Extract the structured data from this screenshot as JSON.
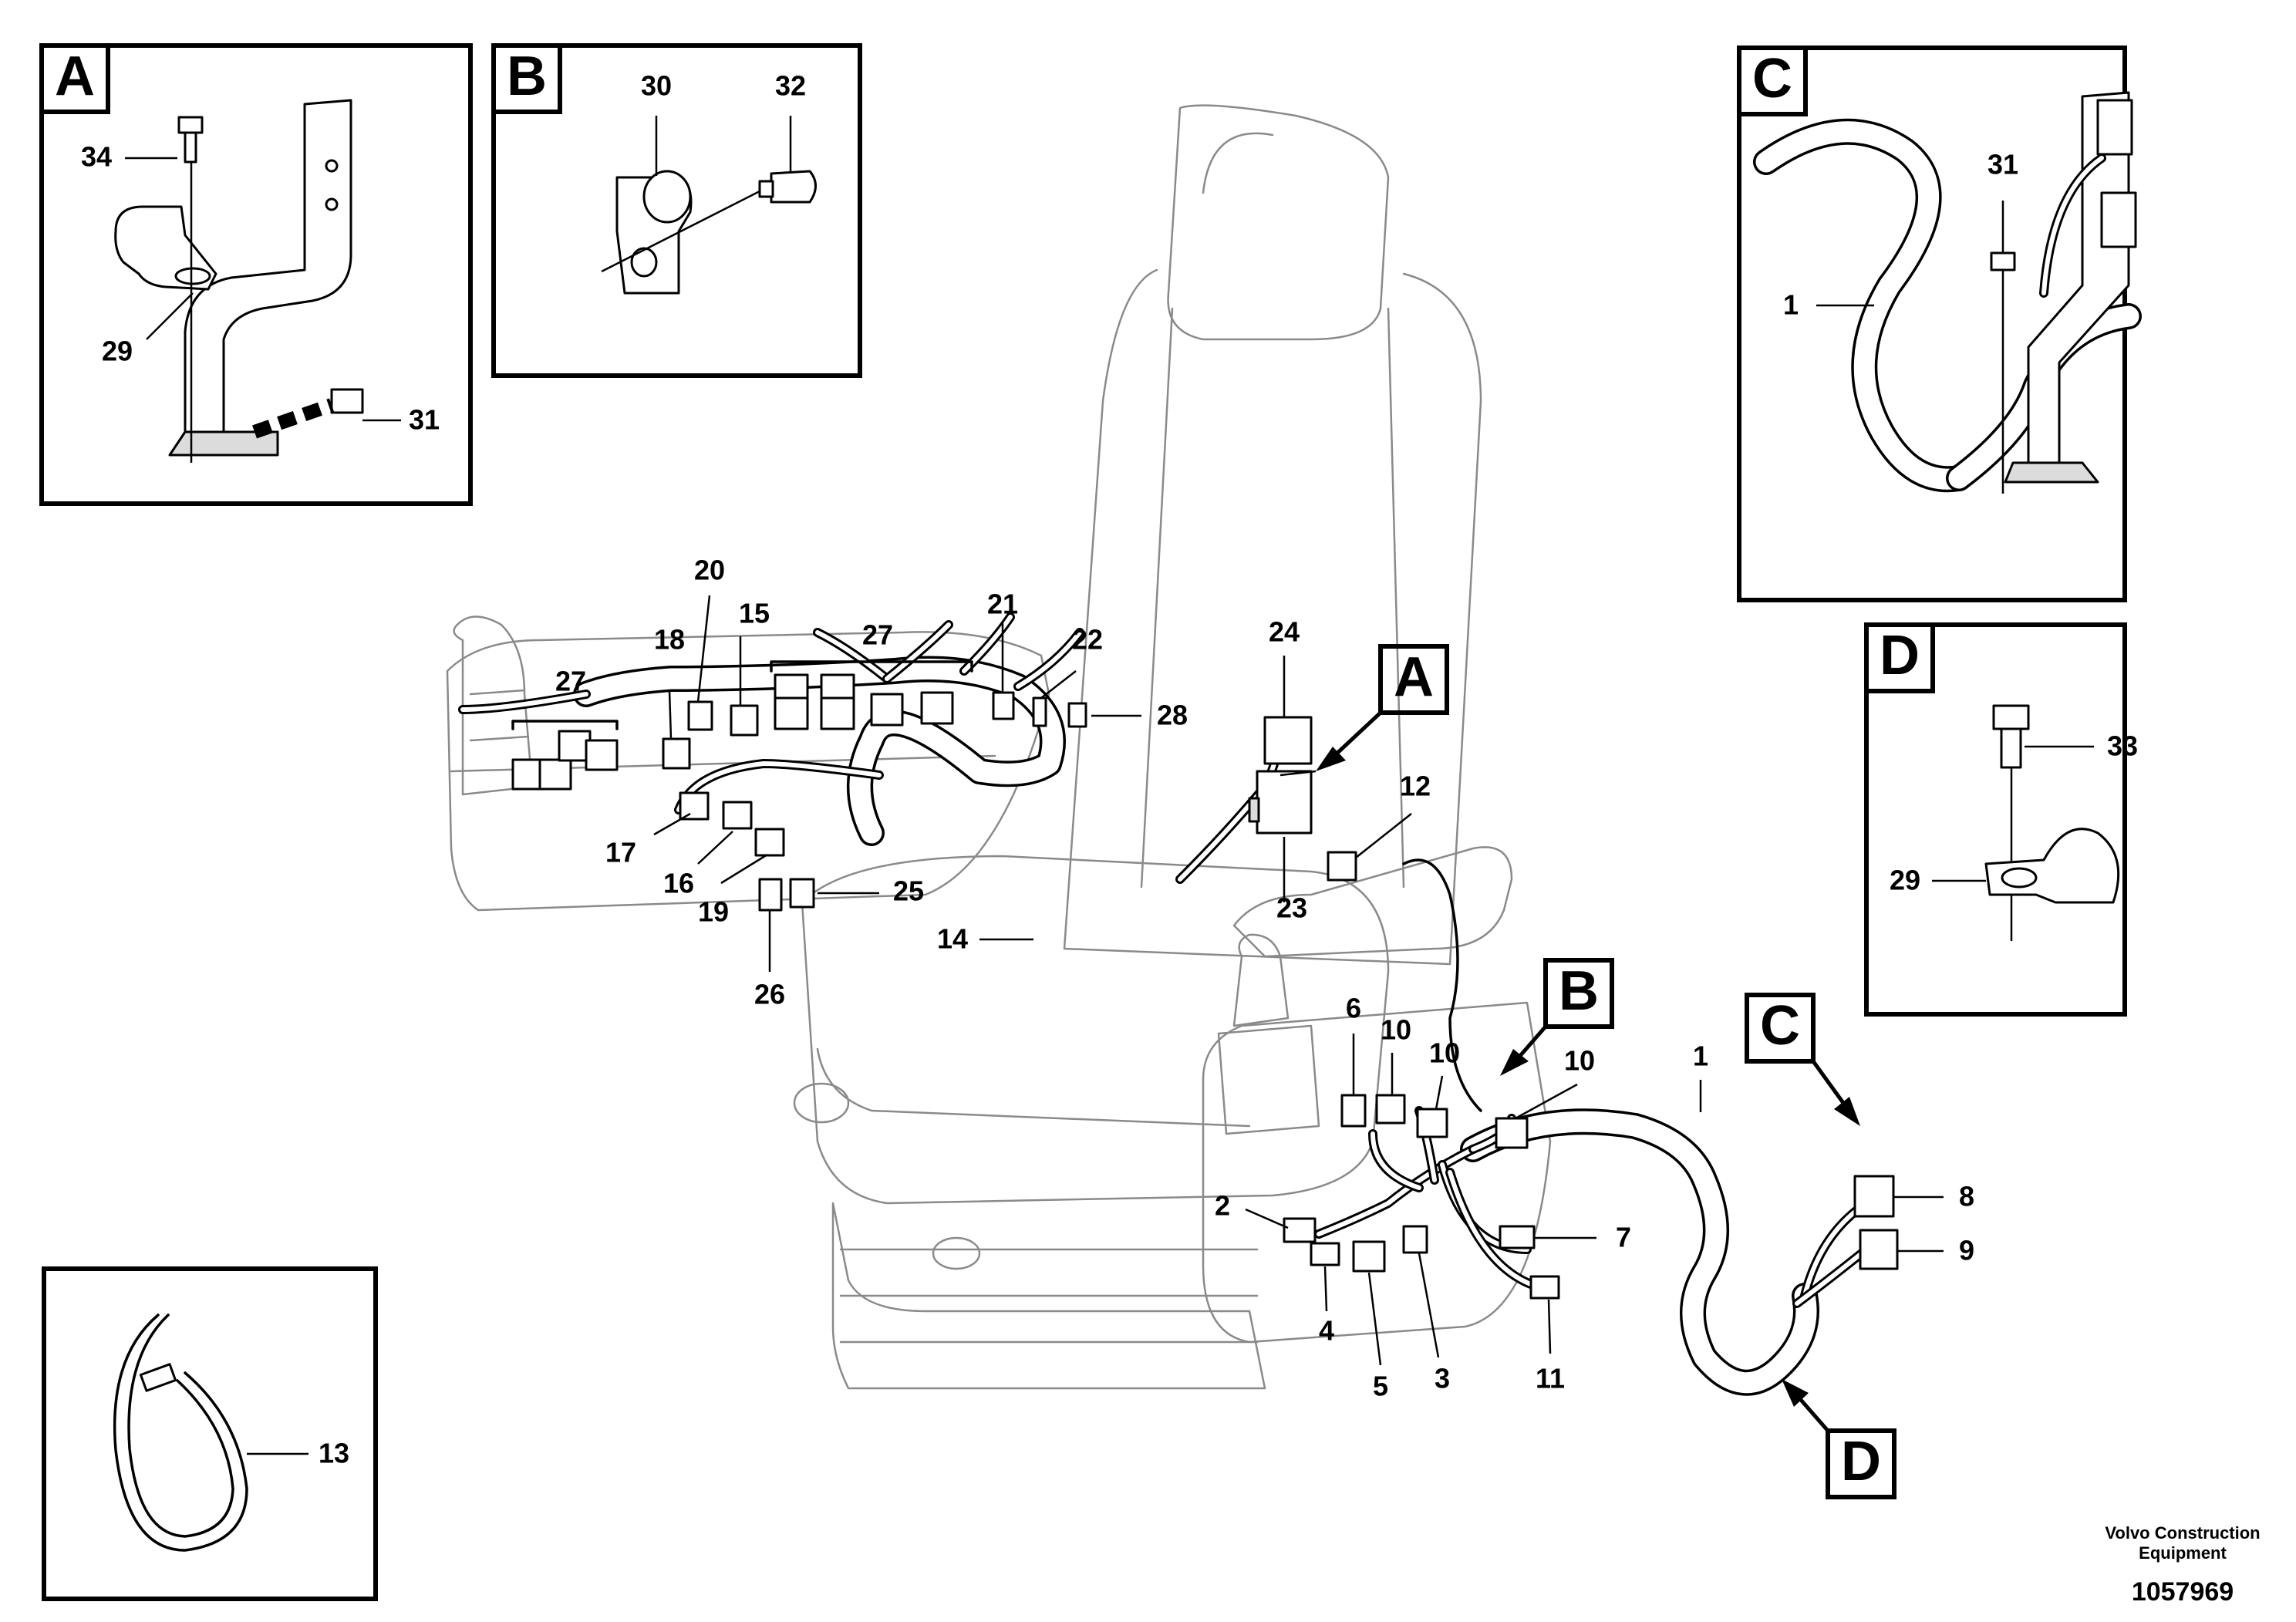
{
  "detail_views": {
    "A": {
      "label": "A",
      "callouts": [
        "34",
        "29",
        "31"
      ]
    },
    "B": {
      "label": "B",
      "callouts": [
        "30",
        "32"
      ]
    },
    "C": {
      "label": "C",
      "callouts": [
        "31",
        "1"
      ]
    },
    "D": {
      "label": "D",
      "callouts": [
        "33",
        "29"
      ]
    },
    "tie": {
      "callouts": [
        "13"
      ]
    }
  },
  "main_view": {
    "view_markers": [
      "A",
      "B",
      "C",
      "D"
    ],
    "callouts": [
      "1",
      "2",
      "3",
      "4",
      "5",
      "6",
      "7",
      "8",
      "9",
      "10",
      "10",
      "10",
      "11",
      "12",
      "14",
      "15",
      "16",
      "17",
      "18",
      "19",
      "20",
      "21",
      "22",
      "23",
      "24",
      "25",
      "26",
      "27",
      "27",
      "28"
    ]
  },
  "footer": {
    "publisher_line1": "Volvo Construction",
    "publisher_line2": "Equipment",
    "drawing_number": "1057969"
  }
}
